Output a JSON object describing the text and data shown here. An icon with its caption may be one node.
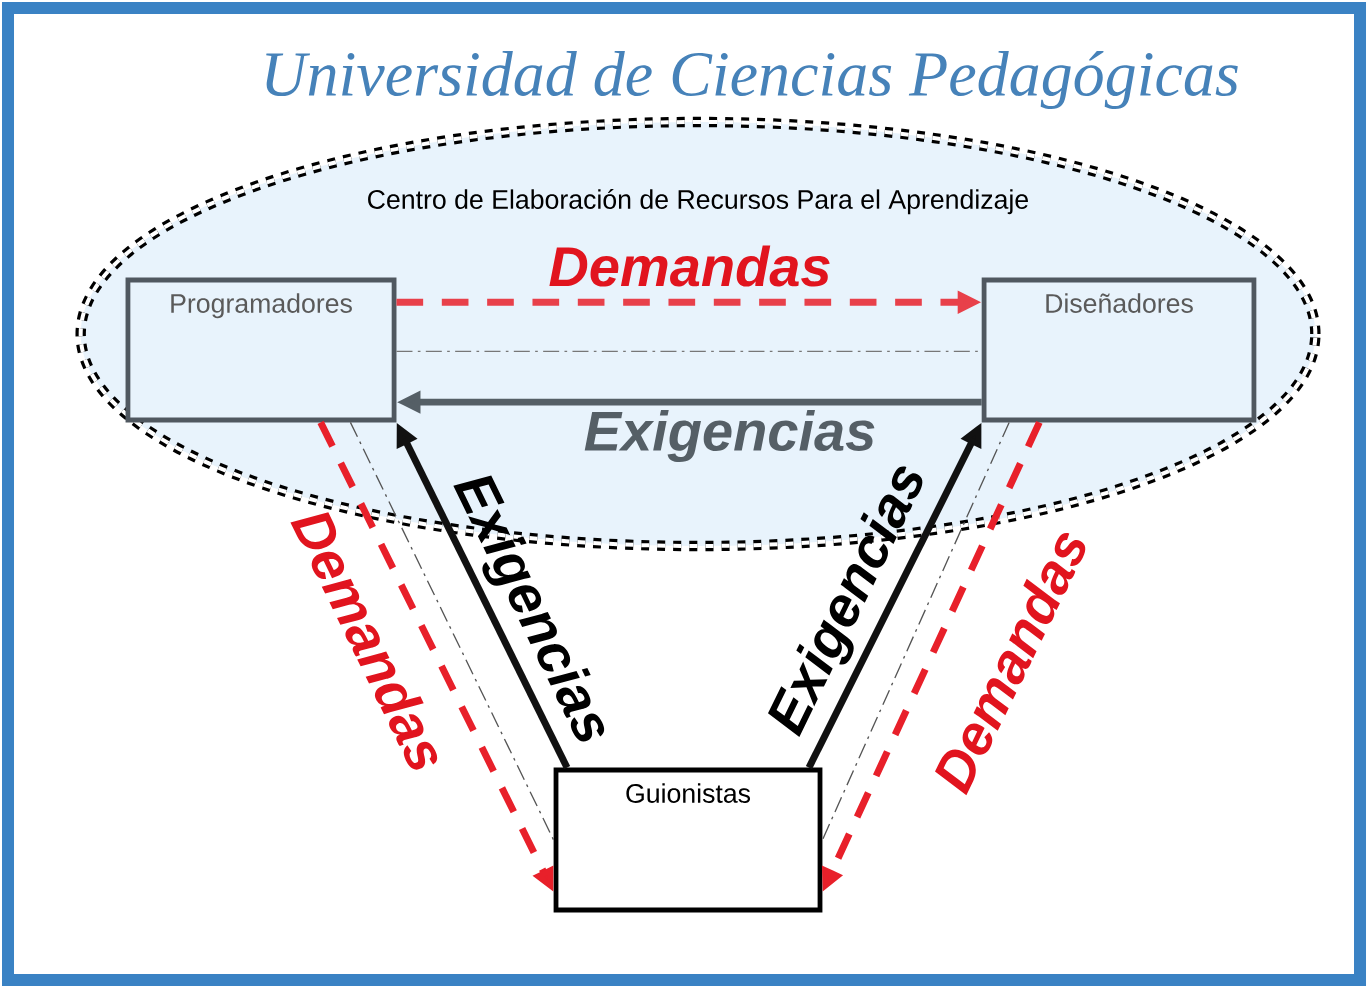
{
  "diagram": {
    "title": "Universidad de Ciencias Pedagógicas",
    "nodes": [
      {
        "text": [
          "Centro de Elaboración de Recursos Para el Aprendizaje"
        ]
      },
      {
        "text": [
          "Programadores"
        ],
        "in": 0
      },
      {
        "text": [
          "Diseñadores"
        ],
        "in": 0
      },
      {
        "text": [
          "Guionistas"
        ]
      }
    ],
    "edges": [
      {
        "from": 1,
        "to": 2,
        "arrow": "to",
        "label": "Demandas",
        "style": "dashed",
        "color": "#e8404a"
      },
      {
        "from": 1,
        "to": 2,
        "arrow": "none",
        "style": "dashed",
        "color": "#777777"
      },
      {
        "from": 2,
        "to": 1,
        "arrow": "to",
        "label": "Exigencias",
        "color": "#555f66"
      },
      {
        "from": 3,
        "to": 1,
        "arrow": "to",
        "label": "Exigencias",
        "color": "#111111"
      },
      {
        "from": 3,
        "to": 2,
        "arrow": "to",
        "label": "Exigencias",
        "color": "#111111"
      },
      {
        "from": 1,
        "to": 3,
        "arrow": "to",
        "label": "Demandas",
        "style": "dashed",
        "color": "#e8202a"
      },
      {
        "from": 2,
        "to": 3,
        "arrow": "to",
        "label": "Demandas",
        "style": "dashed",
        "color": "#e8202a"
      },
      {
        "from": 1,
        "to": 3,
        "arrow": "none",
        "style": "dashed",
        "color": "#555555"
      },
      {
        "from": 2,
        "to": 3,
        "arrow": "none",
        "style": "dashed",
        "color": "#555555"
      }
    ]
  }
}
